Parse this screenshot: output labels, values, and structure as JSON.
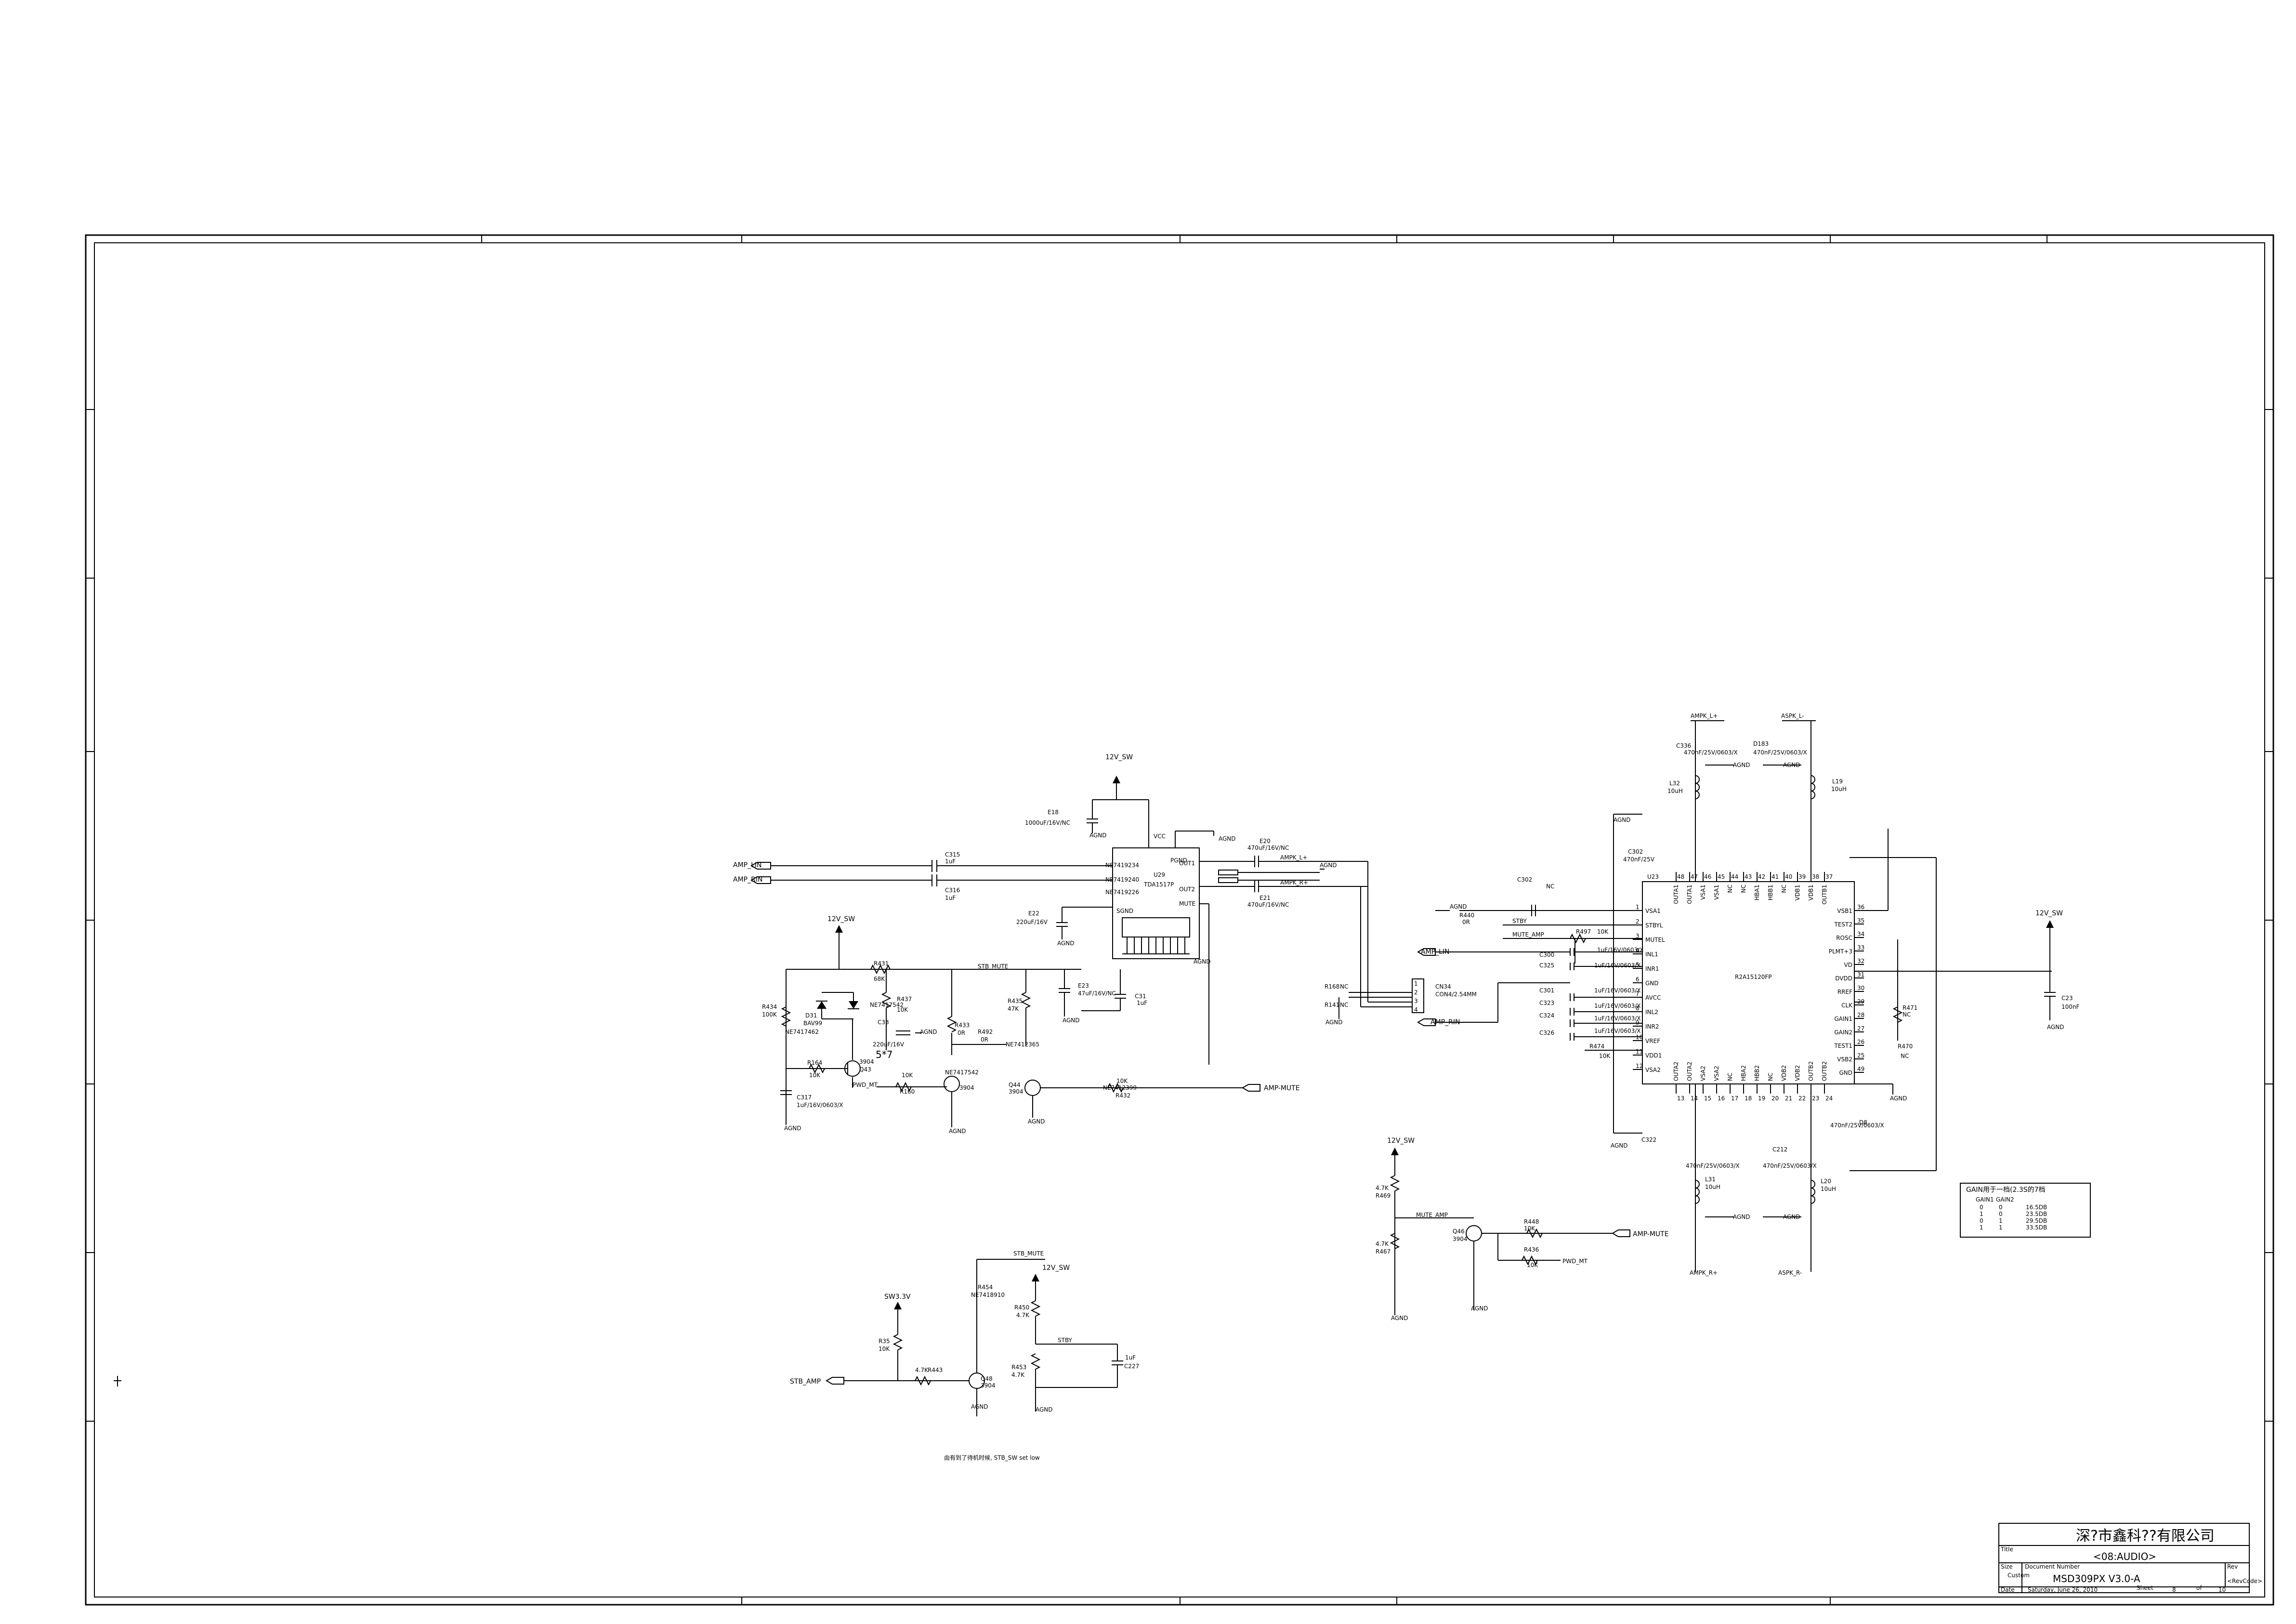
{
  "power": {
    "v12_a": "12V_SW",
    "v12_b": "12V_SW",
    "v12_c": "12V_SW",
    "v12_d": "12V_SW",
    "v12_e": "12V_SW",
    "v33": "SW3.3V"
  },
  "gnd": "AGND",
  "nets": {
    "amp_lin": "AMP_LIN",
    "amp_rin": "AMP_RIN",
    "amp_lin2": "AMP_LIN",
    "amp_rin2": "AMP_RIN",
    "amp_mute": "AMP-MUTE",
    "amp_mute2": "AMP-MUTE",
    "stb_mute": "STB_MUTE",
    "stb_mute2": "STB_MUTE",
    "stb_amp": "STB_AMP",
    "stby": "STBY",
    "stby2": "STBY",
    "mute_amp": "MUTE_AMP",
    "mute_amp2": "MUTE_AMP",
    "pwd_mt": "PWD_MT",
    "pwd_mt2": "PWD_MT",
    "ampk_la": "AMPK_L+",
    "ampk_ra": "AMPK_R+",
    "ampk_lt": "AMPK_L+",
    "aspk_lt": "ASPK_L-",
    "ampk_rb": "AMPK_R+",
    "aspk_rb": "ASPK_R-"
  },
  "amp_ic": {
    "ref": "U29",
    "part": "TDA1517P",
    "pins_left": [
      "NE7419234",
      "NE7419240",
      "NE7419226",
      "SGND"
    ],
    "pin_labels": [
      "VCC",
      "PGND",
      "OUT1",
      "OUT2",
      "MUTE"
    ]
  },
  "main_ic": {
    "ref": "U23",
    "part": "R2A15120FP",
    "left_pins": [
      {
        "num": "1",
        "name": "VSA1"
      },
      {
        "num": "2",
        "name": "STBYL"
      },
      {
        "num": "3",
        "name": "MUTEL"
      },
      {
        "num": "4",
        "name": "INL1"
      },
      {
        "num": "5",
        "name": "INR1"
      },
      {
        "num": "6",
        "name": "GND"
      },
      {
        "num": "7",
        "name": "AVCC"
      },
      {
        "num": "8",
        "name": "INL2"
      },
      {
        "num": "9",
        "name": "INR2"
      },
      {
        "num": "10",
        "name": "VREF"
      },
      {
        "num": "11",
        "name": "VDD1"
      },
      {
        "num": "12",
        "name": "VSA2"
      }
    ],
    "right_pins": [
      {
        "num": "36",
        "name": "VSB1"
      },
      {
        "num": "35",
        "name": "TEST2"
      },
      {
        "num": "34",
        "name": "ROSC"
      },
      {
        "num": "33",
        "name": "PLMT+3"
      },
      {
        "num": "32",
        "name": "VD"
      },
      {
        "num": "31",
        "name": "DVDD"
      },
      {
        "num": "30",
        "name": "RREF"
      },
      {
        "num": "29",
        "name": "CLK"
      },
      {
        "num": "28",
        "name": "GAIN1"
      },
      {
        "num": "27",
        "name": "GAIN2"
      },
      {
        "num": "26",
        "name": "TEST1"
      },
      {
        "num": "25",
        "name": "VSB2"
      },
      {
        "num": "49",
        "name": "GND"
      }
    ],
    "top_pins": [
      "OUTA1",
      "OUTA1",
      "VSA1",
      "VSA1",
      "NC",
      "NC",
      "HBA1",
      "HBB1",
      "NC",
      "VDB1",
      "VDB1",
      "OUTB1",
      "OUTB1"
    ],
    "top_nums": [
      "48",
      "47",
      "46",
      "45",
      "44",
      "43",
      "42",
      "41",
      "40",
      "39",
      "38",
      "37"
    ],
    "bottom_pins": [
      "OUTA2",
      "OUTA2",
      "VSA2",
      "VSA2",
      "NC",
      "HBA2",
      "HBB2",
      "NC",
      "VDB2",
      "VDB2",
      "OUTB2",
      "OUTB2"
    ],
    "bottom_nums": [
      "13",
      "14",
      "15",
      "16",
      "17",
      "18",
      "19",
      "20",
      "21",
      "22",
      "23",
      "24"
    ]
  },
  "components": {
    "e18": "E18",
    "e18v": "1000uF/16V/NC",
    "e20": "E20",
    "e20v": "470uF/16V/NC",
    "e21": "E21",
    "e21v": "470uF/16V/NC",
    "e22": "E22",
    "e22v": "220uF/16V",
    "e23": "E23",
    "e23v": "47uF/16V/NC",
    "c31": "C31",
    "c31v": "1uF",
    "c315": "C315",
    "c315v": "1uF",
    "c316": "C316",
    "c316v": "1uF",
    "r431": "R431",
    "r431v": "68K",
    "r434": "R434",
    "r434v": "100K",
    "d31": "D31",
    "d31v": "BAV99",
    "net_d31": "NE7417462",
    "r437": "R437",
    "r437v": "10K",
    "c33": "C33",
    "c33v": "220uF/16V",
    "five7": "5*7",
    "r433": "R433",
    "r433v": "0R",
    "r435": "R435",
    "r435v": "47K",
    "r492": "R492",
    "r492v": "0R",
    "net_2365": "NE7412365",
    "r164": "R164",
    "r164v": "10K",
    "q43": "Q43",
    "q43v": "3904",
    "c317": "C317",
    "c317v": "1uF/16V/0603/X",
    "r160": "R160",
    "r160v": "10K",
    "net_7542": "NE7417542",
    "q44": "Q44",
    "q44v": "3904",
    "r432": "R432",
    "r432v": "10K",
    "net_2399": "NE7412399",
    "c302": "C302",
    "c302v": "NC",
    "r440": "R440",
    "r440v": "0R",
    "r497": "R497",
    "r497v": "10K",
    "c300": "C300",
    "c300v": "1uF/16V/0603/X",
    "c325": "C325",
    "c325v": "1uF/16V/0603/X",
    "c301": "C301",
    "c301v": "1uF/16V/0603/X",
    "c323": "C323",
    "c323v": "1uF/16V/0603/X",
    "c324": "C324",
    "c324v": "1uF/16V/0603/X",
    "c326": "C326",
    "c326v": "1uF/16V/0603/X",
    "r474": "R474",
    "r474v": "10K",
    "cn34": "CN34",
    "cn34v": "CON4/2.54MM",
    "r168": "R168",
    "r168v": "NC",
    "r141": "R141",
    "r141v": "NC",
    "r448": "R448",
    "r448v": "10K",
    "r436": "R436",
    "r436v": "10K",
    "q46": "Q46",
    "q46v": "3904",
    "r469": "R469",
    "r469v": "4.7K",
    "r467": "R467",
    "r467v": "4.7K",
    "r454": "R454",
    "r454v": "NE7418910",
    "r450": "R450",
    "r450v": "4.7K",
    "r453": "R453",
    "r453v": "4.7K",
    "c227": "C227",
    "c227v": "1uF",
    "q48": "Q48",
    "q48v": "3904",
    "r35": "R35",
    "r35v": "10K",
    "r443": "R443",
    "r443v": "4.7K",
    "l32": "L32",
    "l32v": "10uH",
    "l19": "L19",
    "l19v": "10uH",
    "l31": "L31",
    "l31v": "10uH",
    "l20": "L20",
    "l20v": "10uH",
    "c23": "C23",
    "c23v": "100nF",
    "c336": "C336",
    "c336v": "470nF/25V/0603/X",
    "d183": "D183",
    "d183v": "470nF/25V/0603/X",
    "c322": "C322",
    "c322v": "470nF/25V/0603/X",
    "c212": "C212",
    "c212v": "470nF/25V/0603/X",
    "d8": "D8",
    "d8v": "470nF/25V/0603/X",
    "c302b": "C302",
    "c302bv": "470nF/25V",
    "r470": "R470",
    "r470v": "NC",
    "r471": "R471",
    "r471v": "NC"
  },
  "gain_table": {
    "title": "GAIN用于一档(2.3S的7档",
    "headers": [
      "GAIN1",
      "GAIN2"
    ],
    "rows": [
      [
        "0",
        "0",
        "16.5DB"
      ],
      [
        "1",
        "0",
        "23.5DB"
      ],
      [
        "0",
        "1",
        "29.5DB"
      ],
      [
        "1",
        "1",
        "33.5DB"
      ]
    ]
  },
  "note": "由有到了待机时候, STB_SW set low",
  "title_block": {
    "company": "深?市鑫科??有限公司",
    "title_label": "Title",
    "title": "<08:AUDIO>",
    "size_label": "Size",
    "size": "Custom",
    "docnum_label": "Document Number",
    "docnum": "MSD309PX V3.0-A",
    "rev_label": "Rev",
    "rev": "<RevCode>",
    "date_label": "Date",
    "date": "Saturday, June 26, 2010",
    "sheet_label": "Sheet",
    "sheet": "8",
    "of_label": "of",
    "of": "10"
  }
}
